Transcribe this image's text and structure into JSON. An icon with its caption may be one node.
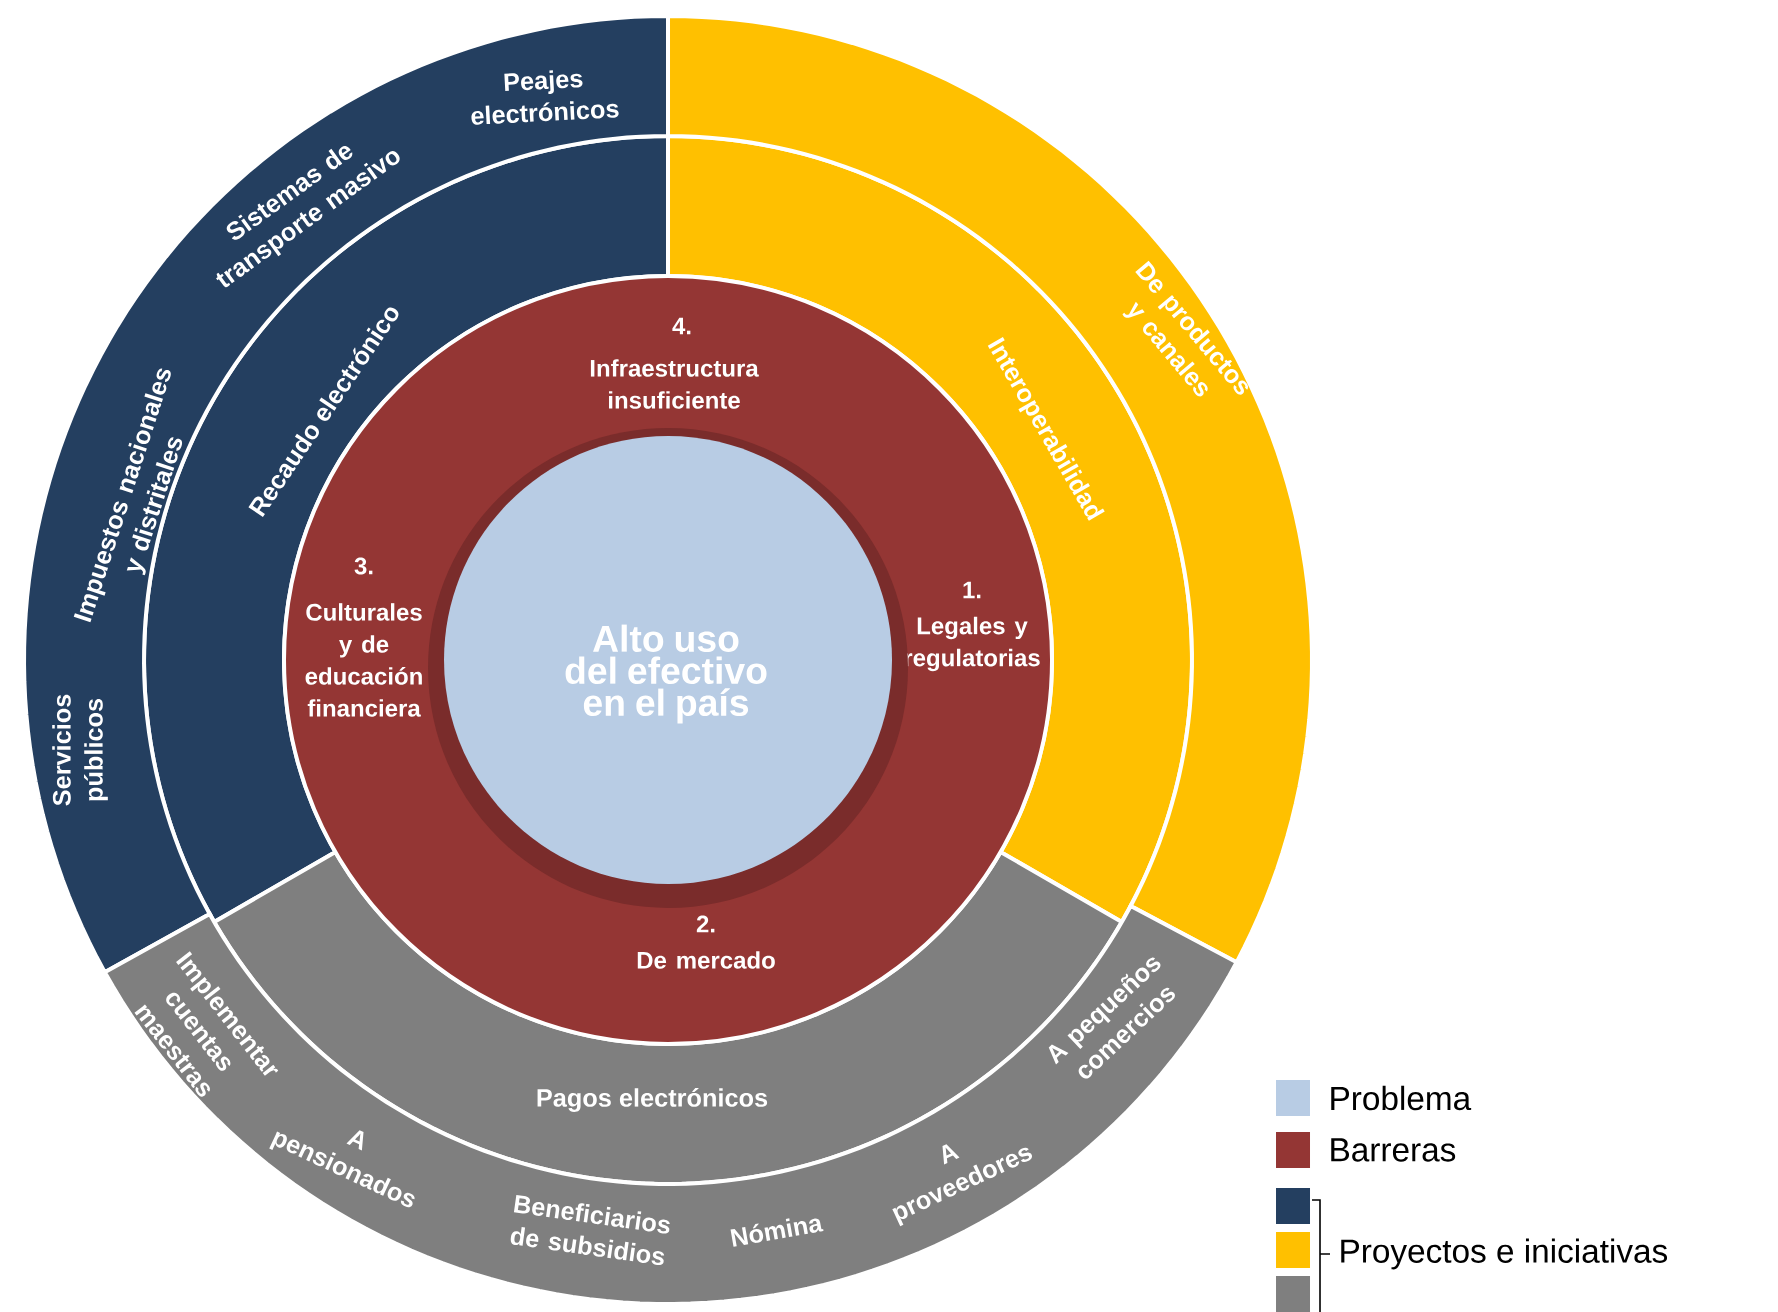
{
  "diagram": {
    "nodes": [
      {
        "text": [
          "Alto uso del efectivo en el país"
        ],
        "in": 1
      },
      {
        "text": [
          "4.",
          "Infraestructura insuficiente",
          "1.",
          "Legales y regulatorias",
          "3.",
          "Culturales y de educación financiera",
          "2.",
          "De mercado"
        ]
      },
      {
        "text": [
          "Recaudo electrónico"
        ]
      },
      {
        "text": [
          "Interoperabilidad"
        ]
      },
      {
        "text": [
          "Pagos electrónicos"
        ]
      },
      {
        "text": [
          "Peajes electrónicos",
          "Sistemas de transporte masivo",
          "Impuestos nacionales y distritales",
          "Servicios públicos"
        ]
      },
      {
        "text": [
          "De productos y canales"
        ]
      },
      {
        "text": [
          "Implementar cuentas maestras",
          "A pensionados",
          "Beneficiarios de subsidios",
          "Nómina",
          "A proveedores",
          "A pequeños comercios"
        ]
      }
    ],
    "legend": [
      {
        "text": "Problema",
        "color": "#b8cce4"
      },
      {
        "text": "Barreras",
        "color": "#943634"
      },
      {
        "text": "Proyectos e iniciativas"
      }
    ]
  }
}
